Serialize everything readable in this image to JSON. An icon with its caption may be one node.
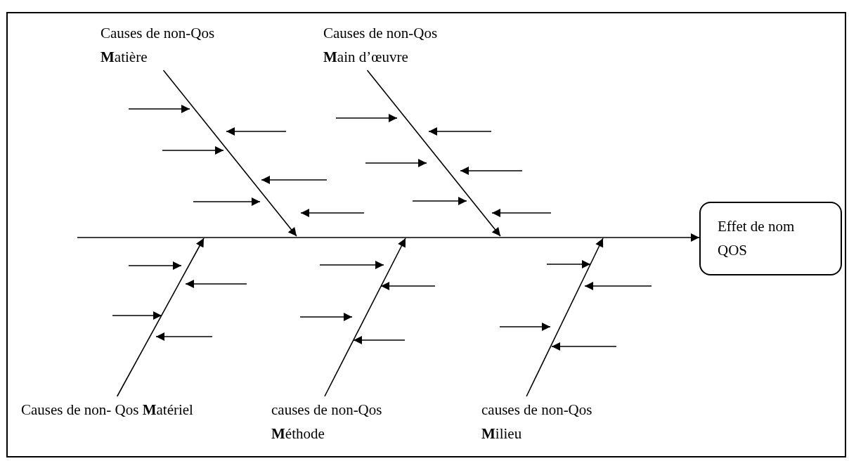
{
  "diagram": {
    "nodes": [
      {
        "text": [
          "Causes de non-Qos **M**atière"
        ]
      },
      {
        "text": [
          "Causes de non-Qos **M**ain d’œuvre"
        ]
      },
      {
        "text": [
          "Causes de non- Qos **M**atériel"
        ]
      },
      {
        "text": [
          "causes de non-Qos **M**éthode"
        ]
      },
      {
        "text": [
          "causes de non-Qos **M**ilieu"
        ]
      },
      {
        "text": [
          "Effet de nom QOS"
        ]
      }
    ],
    "edges": [
      {
        "from": null,
        "to": 5,
        "arrow": "to"
      },
      {
        "from": 0,
        "to": null,
        "arrow": "to"
      },
      {
        "from": 1,
        "to": null,
        "arrow": "to"
      },
      {
        "from": 2,
        "to": null,
        "arrow": "to"
      },
      {
        "from": 3,
        "to": null,
        "arrow": "to"
      },
      {
        "from": 4,
        "to": null,
        "arrow": "to"
      }
    ]
  }
}
